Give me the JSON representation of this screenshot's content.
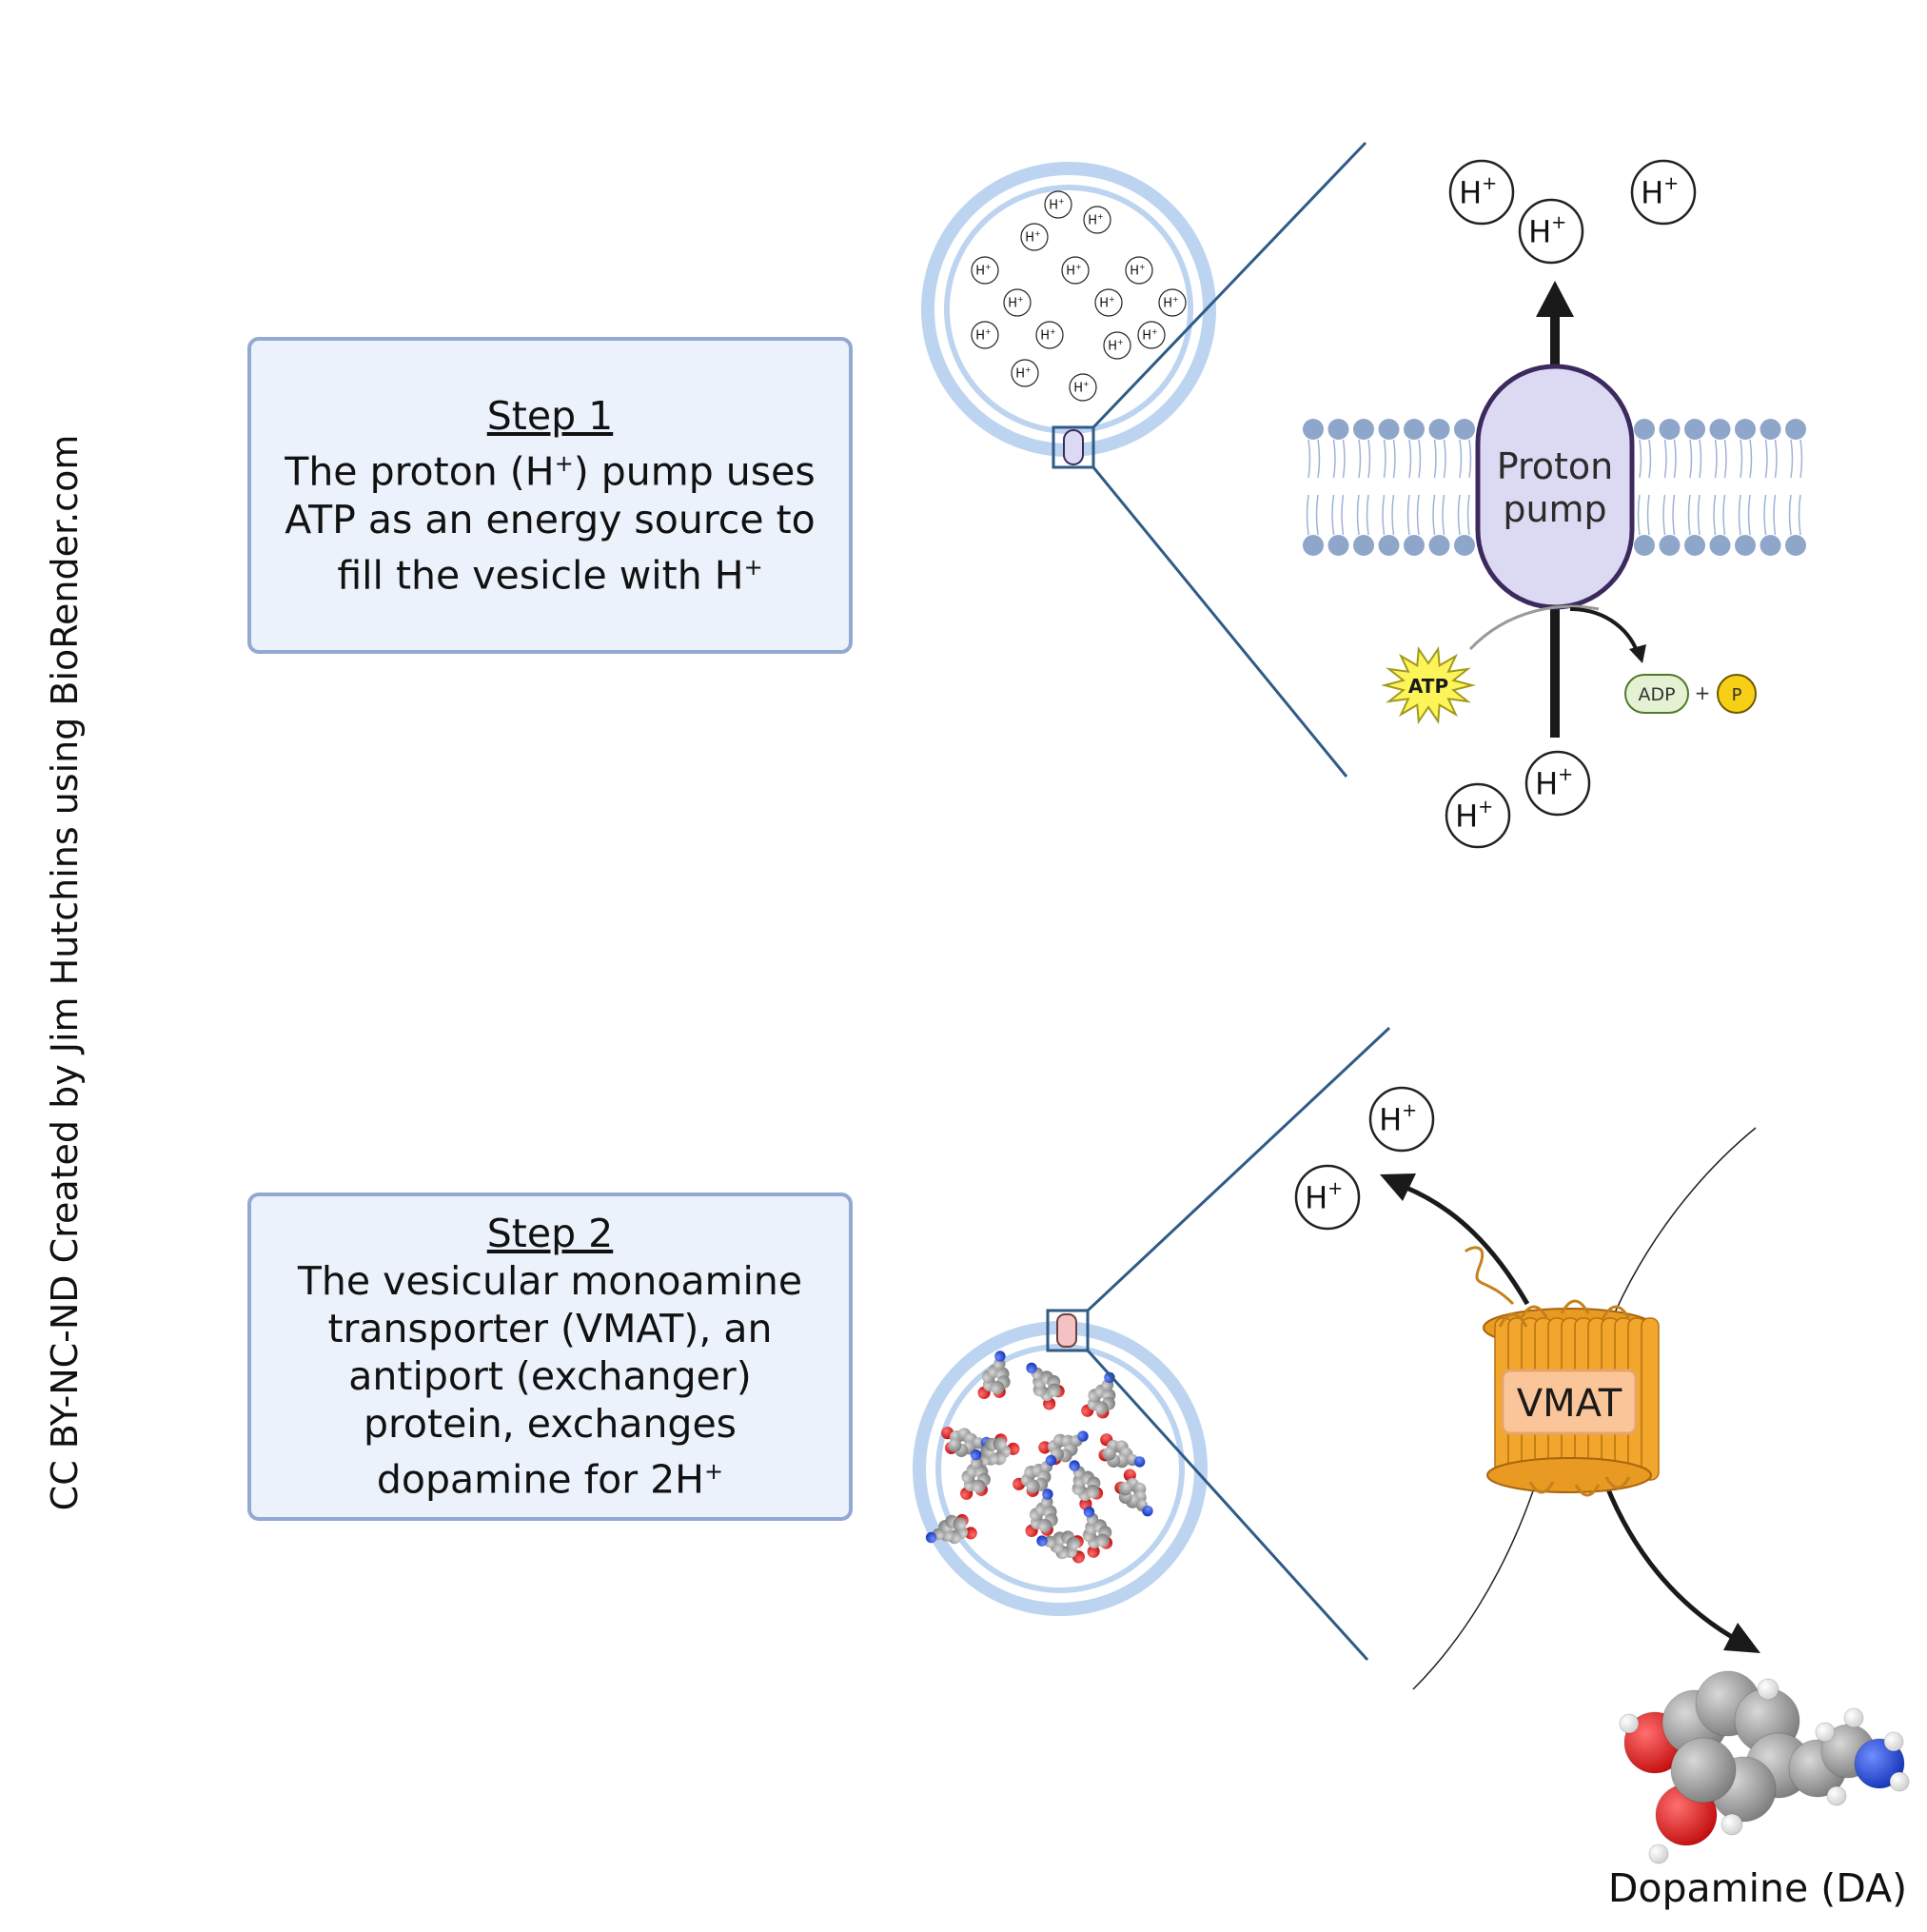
{
  "credit": "CC BY-NC-ND Created by Jim Hutchins using BioRender.com",
  "step1": {
    "title": "Step 1",
    "line1_pre": "The proton (H",
    "line1_sup": "+",
    "line1_post": ") pump uses",
    "line2": "ATP as an energy source to",
    "line3_pre": "fill the vesicle with H",
    "line3_sup": "+"
  },
  "step2": {
    "title": "Step 2",
    "line1": "The vesicular monoamine",
    "line2": "transporter (VMAT), an",
    "line3": "antiport (exchanger)",
    "line4": "protein, exchanges",
    "line5_pre": "dopamine for 2H",
    "line5_sup": "+"
  },
  "proton": {
    "base": "H",
    "charge": "+"
  },
  "proton_pump": {
    "line1": "Proton",
    "line2": "pump"
  },
  "atp": "ATP",
  "adp": "ADP",
  "plus": "+",
  "phosphate": "P",
  "vmat": "VMAT",
  "dopamine": "Dopamine (DA)",
  "colors": {
    "box_fill": "#ecf2fb",
    "box_border": "#93a9d2",
    "vesicle": "#bcd4f0",
    "membrane_head": "#8fa6cb",
    "pump_fill": "#dcdaf3",
    "pump_border": "#3c2a5e",
    "vmat_orange": "#f2a62c",
    "atp_yellow": "#fdf45a",
    "adp_green": "#e4f1d2",
    "phosphate_yellow": "#f7cf16",
    "oxygen_red": "#d7191c",
    "nitrogen_blue": "#1f4bd8",
    "carbon_grey": "#8e8e8e"
  }
}
